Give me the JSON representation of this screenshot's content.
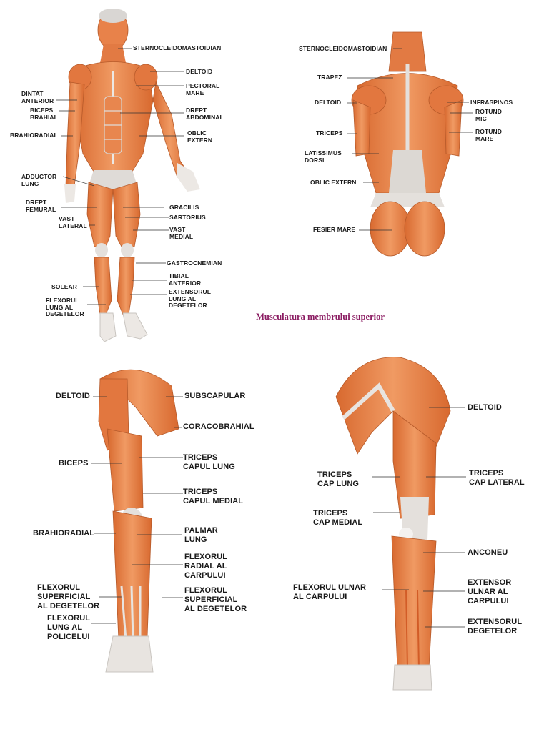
{
  "subtitle": "Musculatura membrului superior",
  "front_body": {
    "labels": {
      "sternocleidomastoidian": "STERNOCLEIDOMASTOIDIAN",
      "deltoid": "DELTOID",
      "pectoral_mare": "PECTORAL\nMARE",
      "dintat_anterior": "DINTAT\nANTERIOR",
      "biceps_brahial": "BICEPS\nBRAHIAL",
      "drept_abdominal": "DREPT\nABDOMINAL",
      "brahioradial": "BRAHIORADIAL",
      "oblic_extern": "OBLIC\nEXTERN",
      "adductor_lung": "ADDUCTOR\nLUNG",
      "drept_femural": "DREPT\nFEMURAL",
      "gracilis": "GRACILIS",
      "sartorius": "SARTORIUS",
      "vast_lateral": "VAST\nLATERAL",
      "vast_medial": "VAST\nMEDIAL",
      "gastrocnemian": "GASTROCNEMIAN",
      "tibial_anterior": "TIBIAL\nANTERIOR",
      "solear": "SOLEAR",
      "extensorul_lung": "EXTENSORUL\nLUNG AL\nDEGETELOR",
      "flexorul_lung": "FLEXORUL\nLUNG AL\nDEGETELOR"
    }
  },
  "back_body": {
    "labels": {
      "sternocleidomastoidian": "STERNOCLEIDOMASTOIDIAN",
      "trapez": "TRAPEZ",
      "deltoid": "DELTOID",
      "infraspinos": "INFRASPINOS",
      "rotund_mic": "ROTUND\nMIC",
      "triceps": "TRICEPS",
      "rotund_mare": "ROTUND\nMARE",
      "latissimus_dorsi": "LATISSIMUS\nDORSI",
      "oblic_extern": "OBLIC EXTERN",
      "fesier_mare": "FESIER MARE"
    }
  },
  "arm_anterior": {
    "labels": {
      "deltoid": "DELTOID",
      "subscapular": "SUBSCAPULAR",
      "coracobrahial": "CORACOBRAHIAL",
      "biceps": "BICEPS",
      "triceps_capul_lung": "TRICEPS\nCAPUL LUNG",
      "triceps_capul_medial": "TRICEPS\nCAPUL MEDIAL",
      "brahioradial": "BRAHIORADIAL",
      "palmar_lung": "PALMAR\nLUNG",
      "flexorul_radial": "FLEXORUL\nRADIAL AL\nCARPULUI",
      "flexorul_superficial_left": "FLEXORUL\nSUPERFICIAL\nAL DEGETELOR",
      "flexorul_superficial_right": "FLEXORUL\nSUPERFICIAL\nAL DEGETELOR",
      "flexorul_lung_policelui": "FLEXORUL\nLUNG AL\nPOLICELUI"
    }
  },
  "arm_posterior": {
    "labels": {
      "deltoid": "DELTOID",
      "triceps_cap_lung": "TRICEPS\nCAP LUNG",
      "triceps_cap_lateral": "TRICEPS\nCAP LATERAL",
      "triceps_cap_medial": "TRICEPS\nCAP MEDIAL",
      "anconeu": "ANCONEU",
      "flexorul_ulnar": "FLEXORUL ULNAR\nAL CARPULUI",
      "extensor_ulnar": "EXTENSOR\nULNAR AL\nCARPULUI",
      "extensorul_degetelor": "EXTENSORUL\nDEGETELOR"
    }
  },
  "colors": {
    "muscle": "#e8814a",
    "muscle_dark": "#c9602c",
    "muscle_light": "#f2a374",
    "tendon": "#e8e4e0",
    "subtitle": "#8b1c62"
  }
}
